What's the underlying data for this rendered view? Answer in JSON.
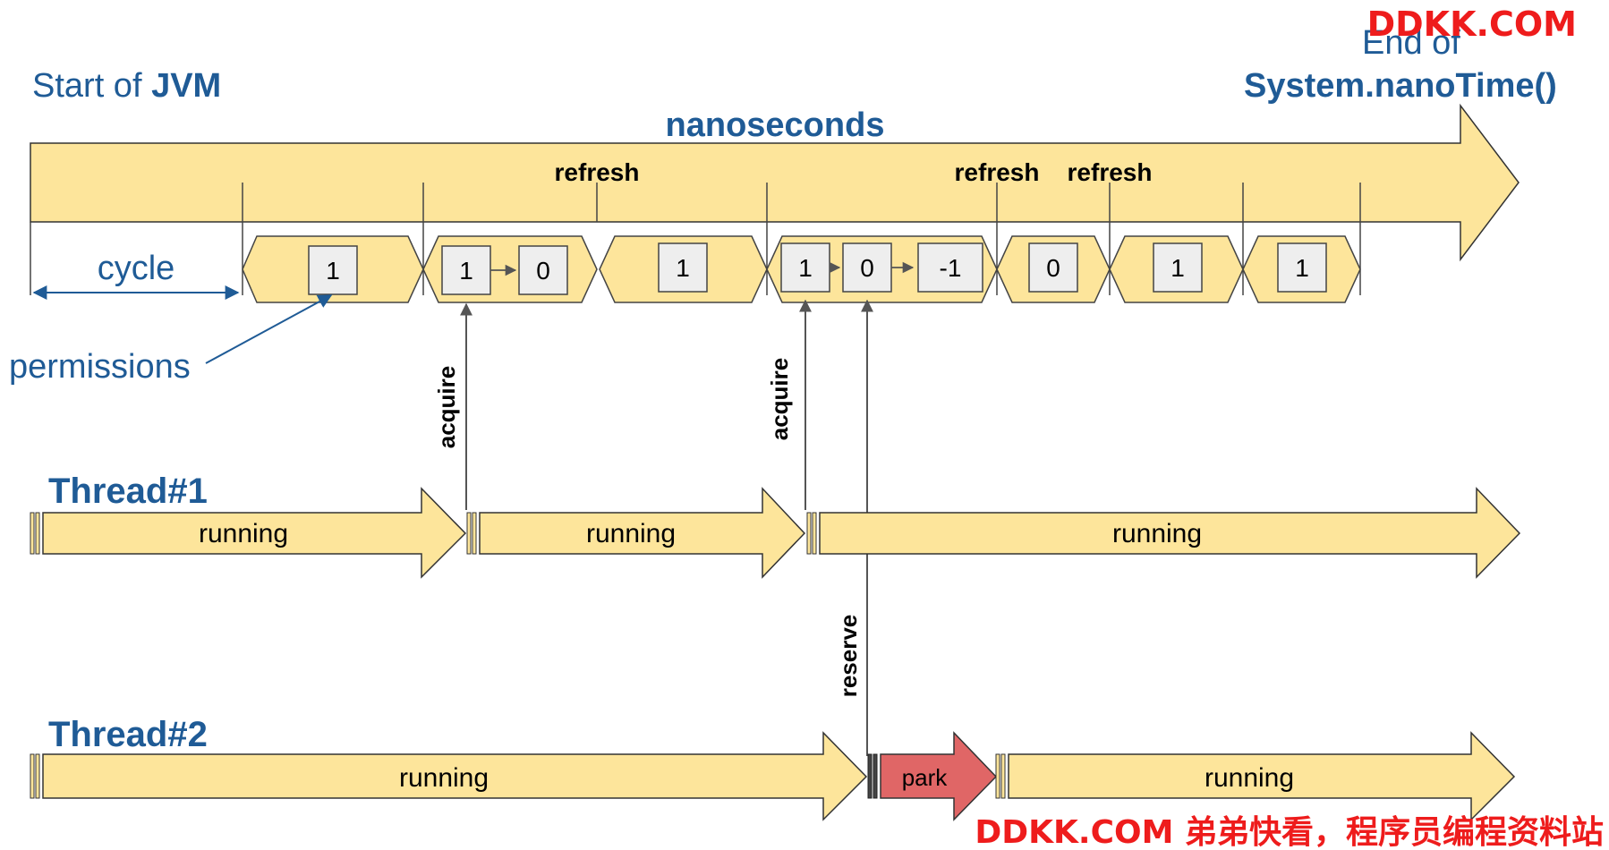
{
  "header": {
    "start_label_prefix": "Start of ",
    "start_label_bold": "JVM",
    "end_label_line1": "End of",
    "end_label_line2": "System.nanoTime()",
    "timeline_label": "nanoseconds"
  },
  "timeline": {
    "cycle_label": "cycle",
    "permissions_label": "permissions",
    "refresh_labels": [
      "refresh",
      "refresh",
      "refresh"
    ],
    "cycles": [
      {
        "permits": [
          "1"
        ]
      },
      {
        "permits": [
          "1",
          "0"
        ]
      },
      {
        "permits": [
          "1"
        ]
      },
      {
        "permits": [
          "1",
          "0",
          "-1"
        ]
      },
      {
        "permits": [
          "0"
        ]
      },
      {
        "permits": [
          "1"
        ]
      },
      {
        "permits": [
          "1"
        ]
      }
    ]
  },
  "calls": {
    "acquire_1": "acquire",
    "acquire_2": "acquire",
    "reserve": "reserve"
  },
  "thread1": {
    "label": "Thread#1",
    "segments": [
      "running",
      "running",
      "running"
    ]
  },
  "thread2": {
    "label": "Thread#2",
    "segments": [
      "running",
      "park",
      "running"
    ]
  },
  "colors": {
    "arrow_fill": "#fde59b",
    "park_fill": "#e06666",
    "label_blue": "#1f5b96",
    "watermark_red": "#ee1c1c"
  },
  "watermarks": {
    "top": "DDKK.COM",
    "bottom": "DDKK.COM 弟弟快看，程序员编程资料站"
  }
}
